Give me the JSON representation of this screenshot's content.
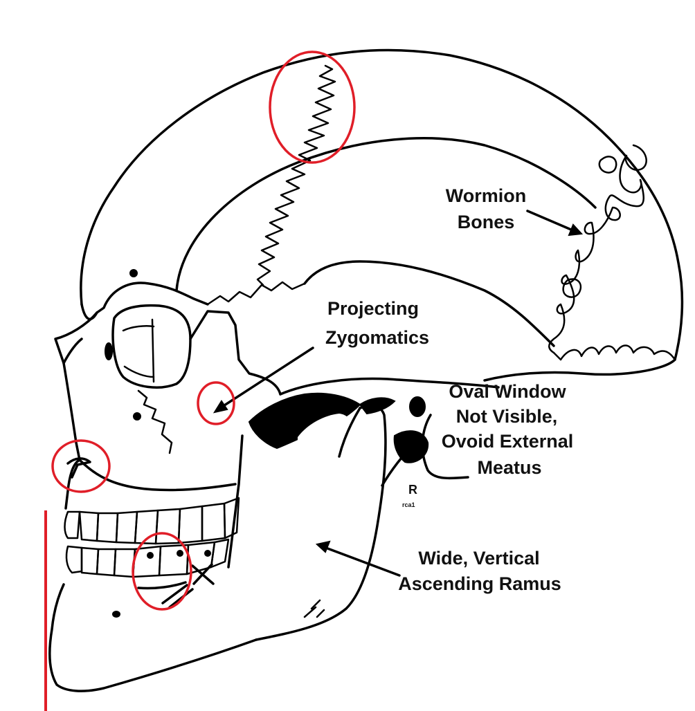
{
  "labels": {
    "wormion_1": "Wormion",
    "wormion_2": "Bones",
    "zygomatics_1": "Projecting",
    "zygomatics_2": "Zygomatics",
    "oval_1": "Oval Window",
    "oval_2": "Not Visible,",
    "oval_3": "Ovoid External",
    "oval_4": "Meatus",
    "ramus_1": "Wide, Vertical",
    "ramus_2": "Ascending Ramus",
    "signature": "R",
    "signature_sub": "rca1"
  },
  "colors": {
    "ink": "#000000",
    "highlight": "#e01e28",
    "background": "#ffffff"
  },
  "highlights": [
    "sagittal-suture-highlight",
    "zygomatic-highlight",
    "nasal-spine-highlight",
    "dentition-highlight",
    "chin-vertical-line"
  ]
}
